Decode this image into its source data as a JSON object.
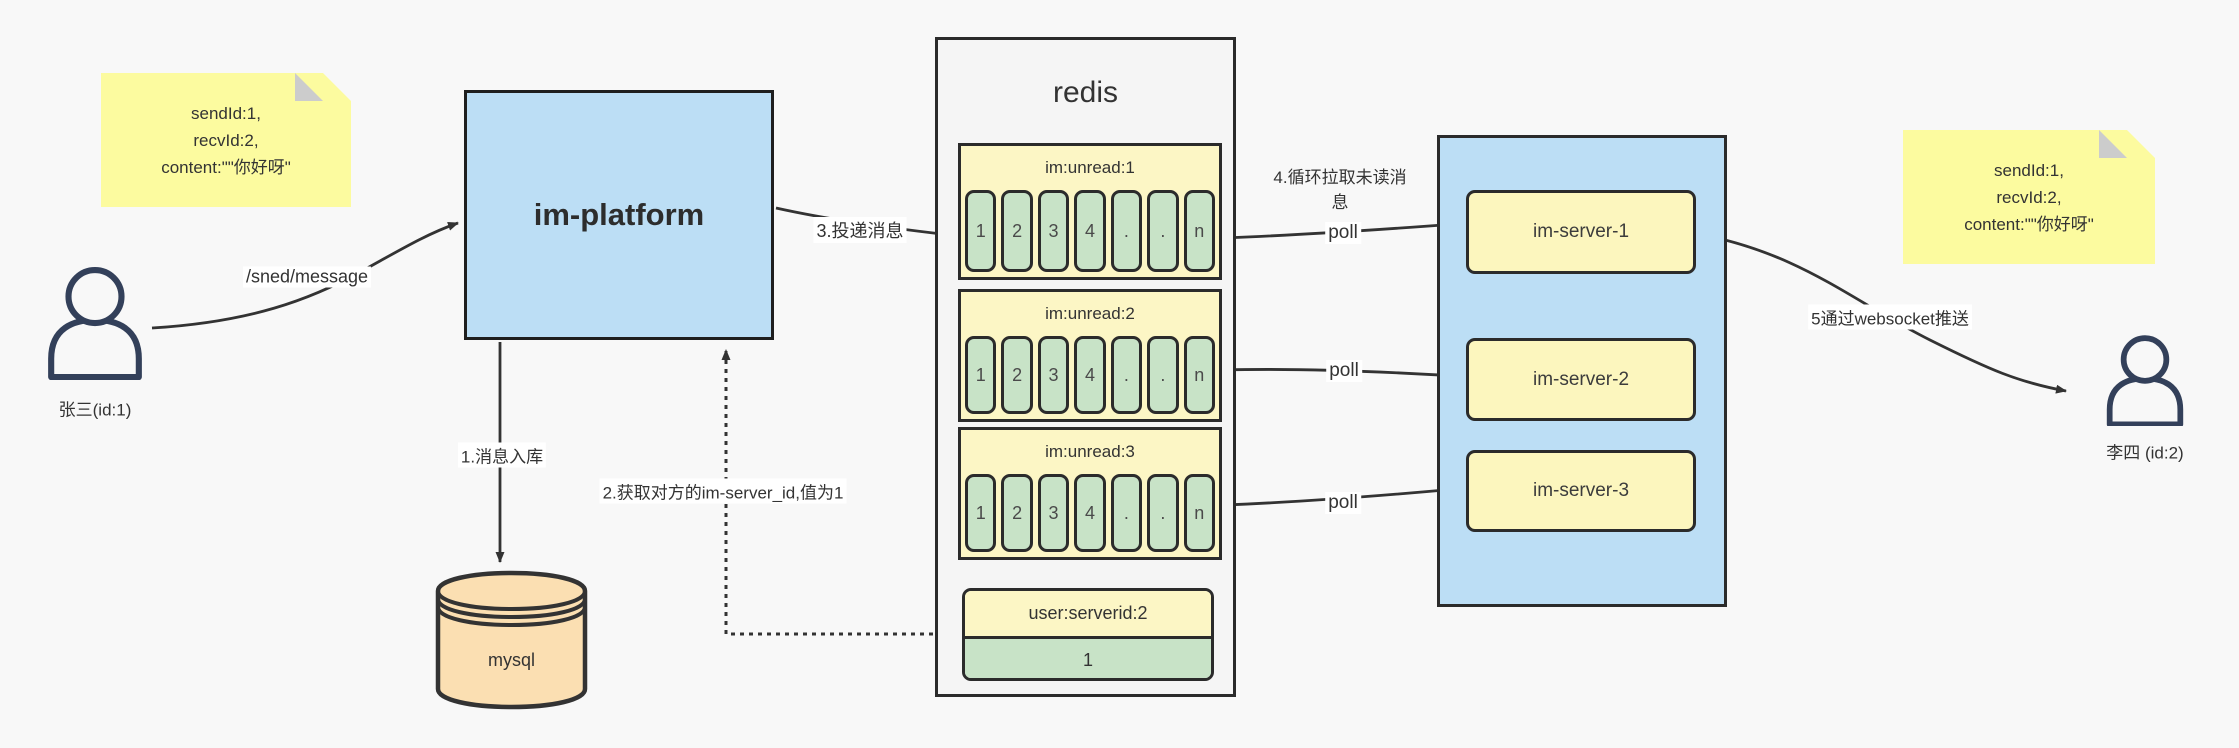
{
  "colors": {
    "background": "#F8F8F8",
    "platform_blue": "#BCDEF5",
    "pale_yellow": "#FCF6BE",
    "queue_yellow": "#FCF6C5",
    "cell_green": "#C8E3C7",
    "sticky_yellow": "#FCFB9F",
    "mysql_orange": "#FBDFB2",
    "line_dark": "#333333"
  },
  "sender": {
    "name": "张三(id:1)",
    "request": "/sned/message",
    "note_lines": [
      "sendId:1,",
      "recvId:2,",
      "content:\"\"你好呀\""
    ]
  },
  "receiver": {
    "name": "李四 (id:2)",
    "note_lines": [
      "sendId:1,",
      "recvId:2,",
      "content:\"\"你好呀\""
    ]
  },
  "platform": {
    "label": "im-platform"
  },
  "mysql": {
    "label": "mysql"
  },
  "redis": {
    "title": "redis",
    "queues": [
      {
        "name": "im:unread:1",
        "cells": [
          "1",
          "2",
          "3",
          "4",
          ".",
          ".",
          "n"
        ]
      },
      {
        "name": "im:unread:2",
        "cells": [
          "1",
          "2",
          "3",
          "4",
          ".",
          ".",
          "n"
        ]
      },
      {
        "name": "im:unread:3",
        "cells": [
          "1",
          "2",
          "3",
          "4",
          ".",
          ".",
          "n"
        ]
      }
    ],
    "mapping": {
      "key": "user:serverid:2",
      "value": "1"
    }
  },
  "server_cluster": {
    "items": [
      "im-server-1",
      "im-server-2",
      "im-server-3"
    ],
    "poll": "poll"
  },
  "steps": {
    "s1": "1.消息入库",
    "s2": "2.获取对方的im-server_id,值为1",
    "s3": "3.投递消息",
    "s4": [
      "4.循环拉取未读消",
      "息"
    ],
    "s5": "5通过websocket推送"
  }
}
